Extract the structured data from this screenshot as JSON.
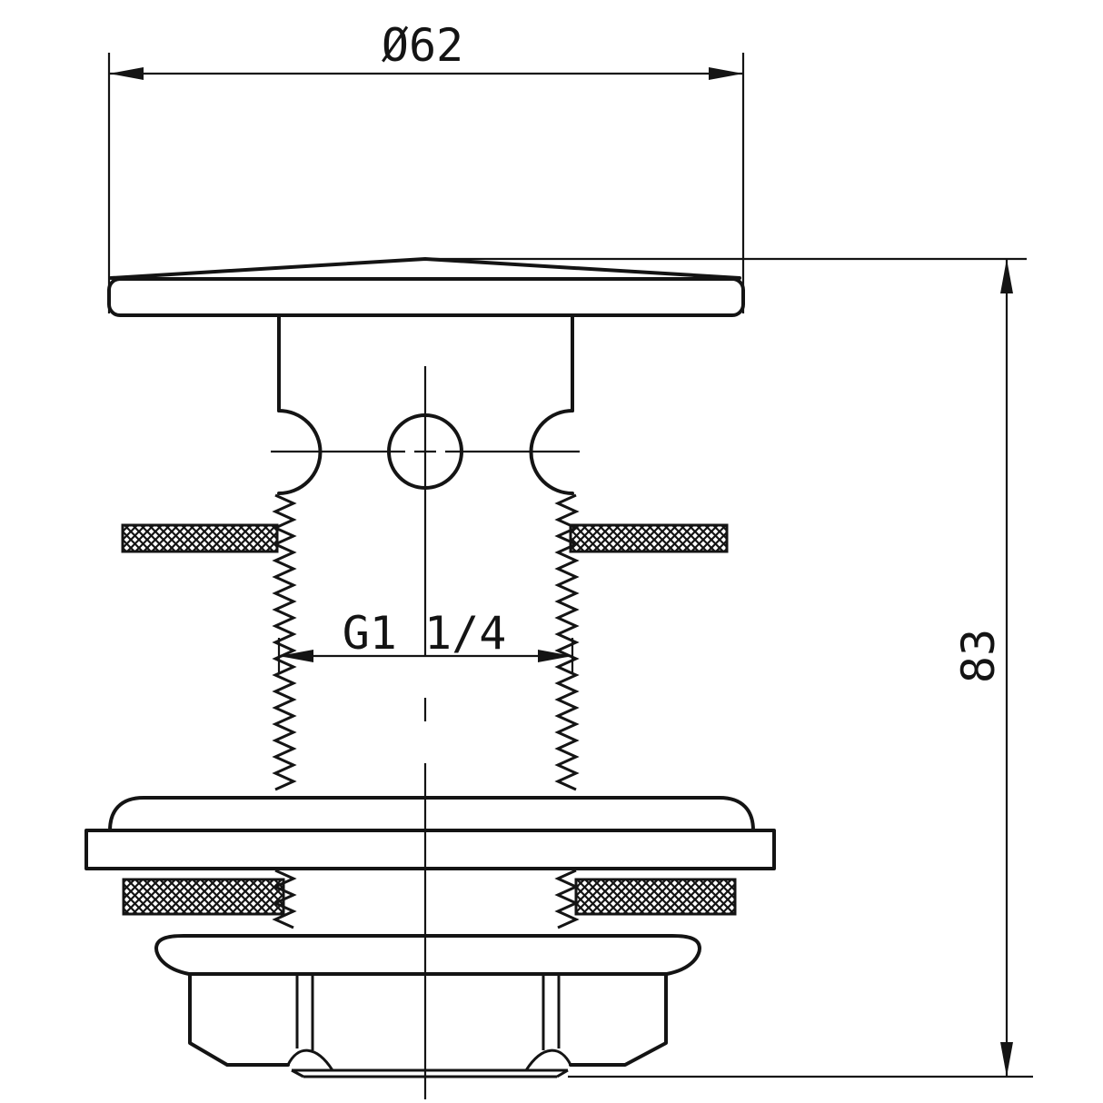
{
  "drawing": {
    "background": "#ffffff",
    "line_color": "#141414",
    "dimensions": {
      "diameter_top": {
        "label": "Ø62",
        "value": 62
      },
      "height_right": {
        "label": "83",
        "value": 83
      },
      "thread_size": {
        "label": "G1 1/4"
      }
    }
  }
}
